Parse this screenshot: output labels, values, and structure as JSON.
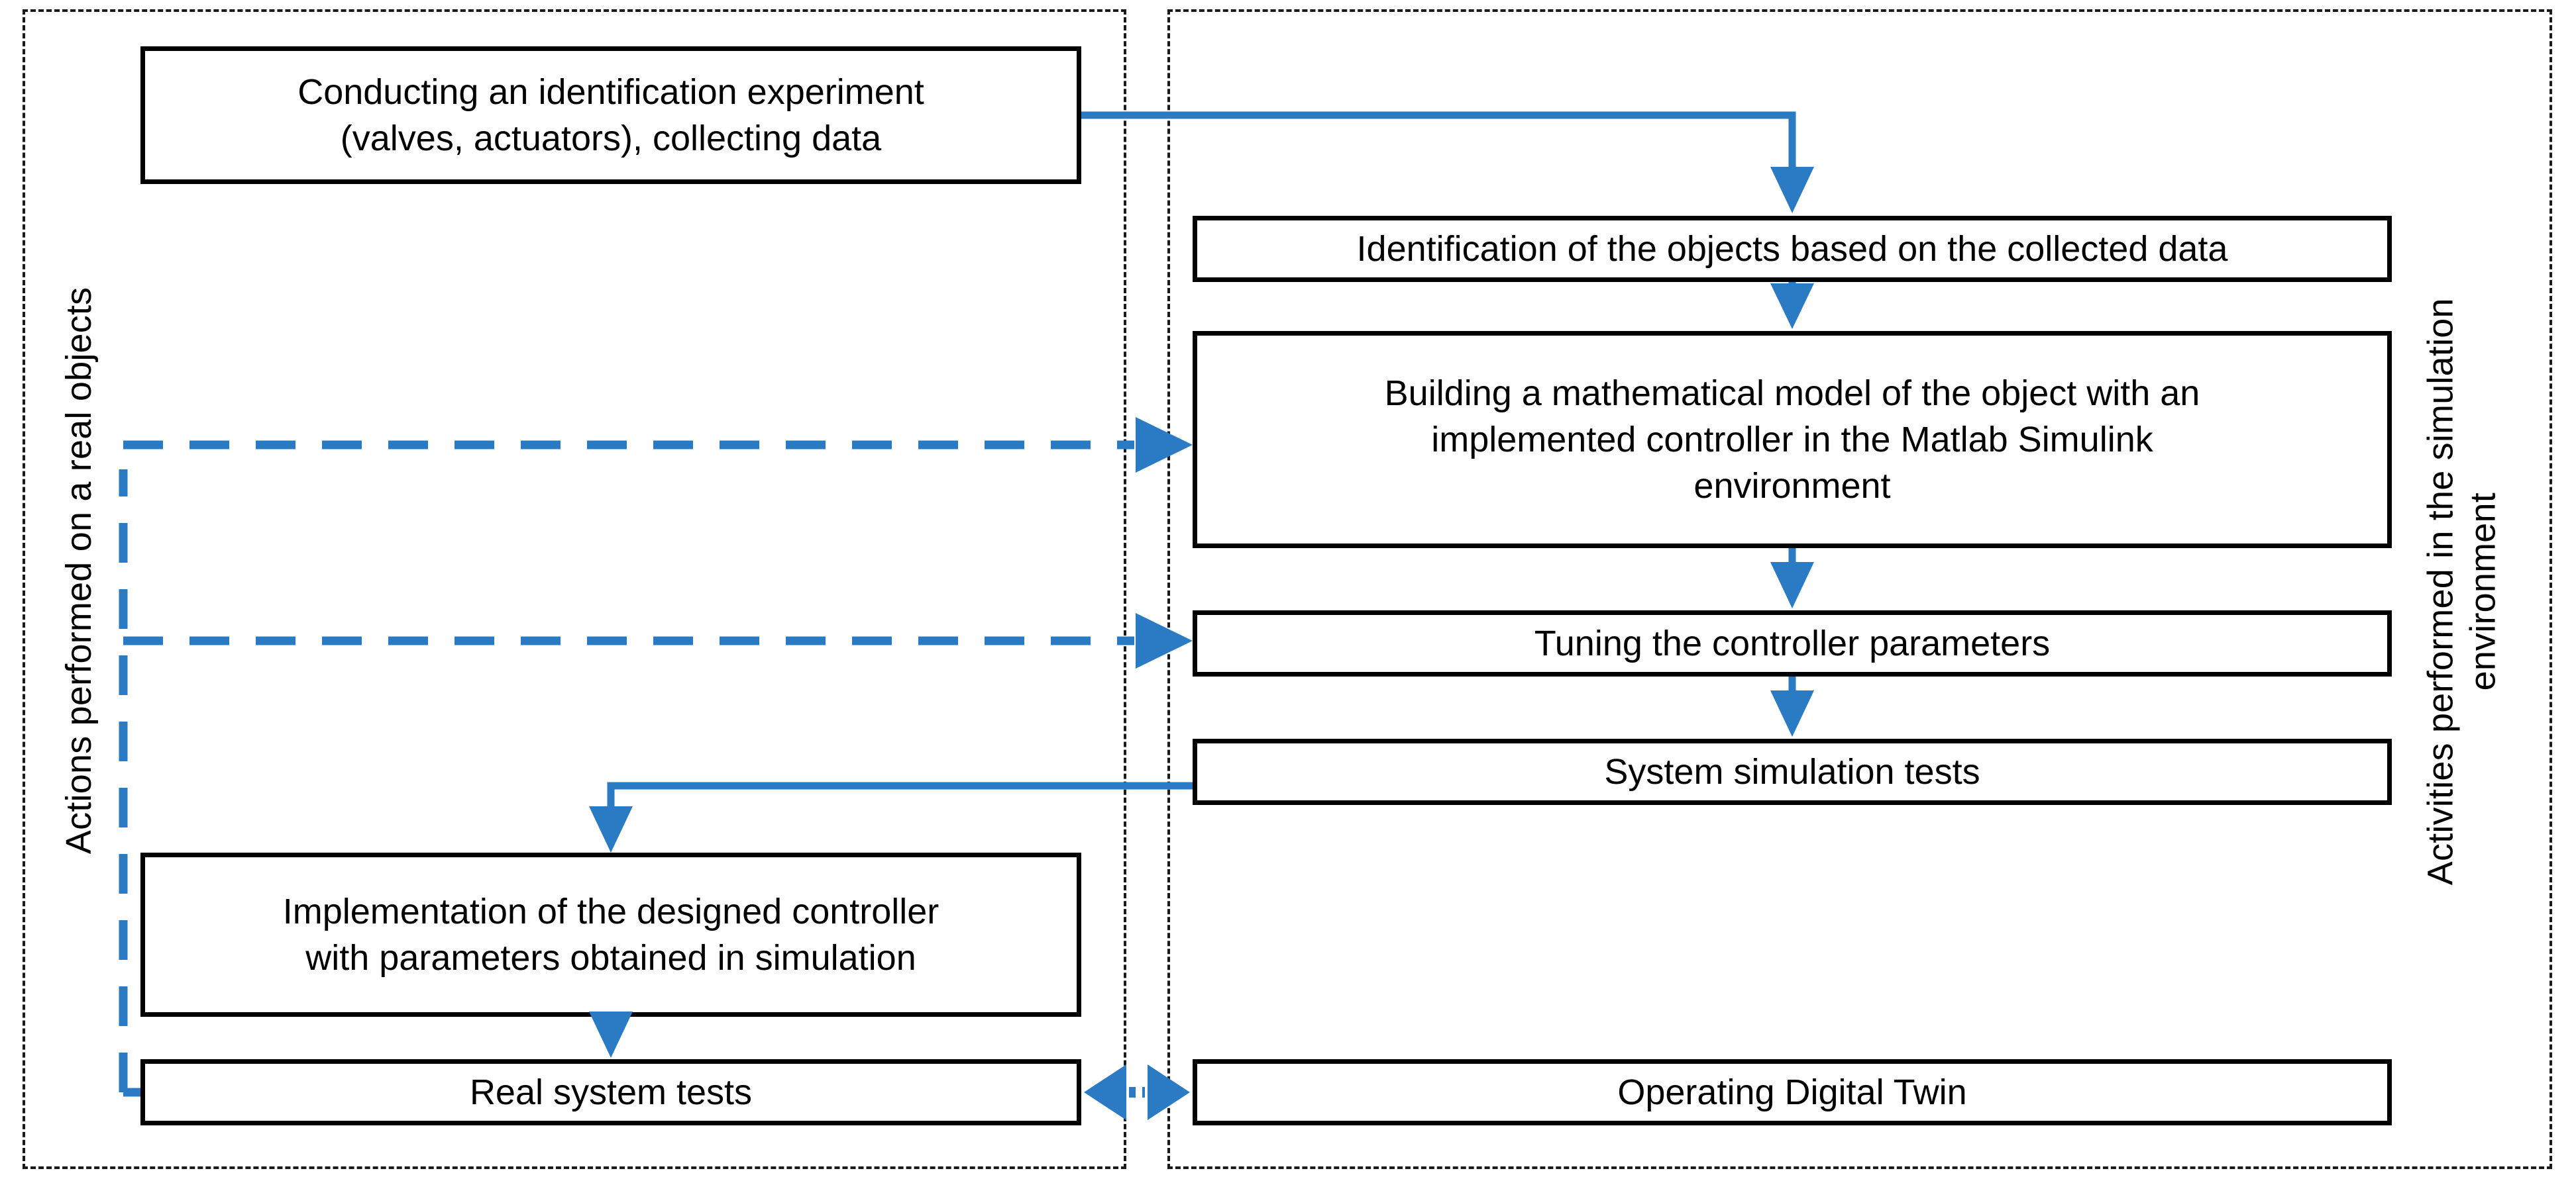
{
  "diagram": {
    "title_visible": false,
    "accent_color": "#2a7ac4",
    "outline_color": "#000000",
    "panel_color": "#1a1a1a",
    "background": "#ffffff"
  },
  "panels": [
    {
      "id": "left",
      "caption": "Actions performed on a real objects"
    },
    {
      "id": "right",
      "caption": "Activities performed in the simulation\nenvironment"
    }
  ],
  "nodes": [
    {
      "id": "conducting",
      "label": "Conducting an identification experiment\n(valves, actuators), collecting data"
    },
    {
      "id": "identify",
      "label": "Identification of the objects based on the collected data"
    },
    {
      "id": "model",
      "label": "Building a mathematical model of the object with an\nimplemented controller in the Matlab Simulink\nenvironment"
    },
    {
      "id": "tuning",
      "label": "Tuning the controller parameters"
    },
    {
      "id": "simtests",
      "label": "System simulation tests"
    },
    {
      "id": "implement",
      "label": "Implementation of the designed controller\nwith parameters obtained in simulation"
    },
    {
      "id": "realtests",
      "label": "Real system tests"
    },
    {
      "id": "digitaltwin",
      "label": "Operating Digital Twin"
    }
  ],
  "connectors": [
    {
      "id": "conducting-to-identify",
      "from": "conducting",
      "to": "identify",
      "style": "solid",
      "arrow": "single"
    },
    {
      "id": "identify-to-model",
      "from": "identify",
      "to": "model",
      "style": "solid",
      "arrow": "single"
    },
    {
      "id": "model-to-tuning",
      "from": "model",
      "to": "tuning",
      "style": "solid",
      "arrow": "single"
    },
    {
      "id": "tuning-to-simtests",
      "from": "tuning",
      "to": "simtests",
      "style": "solid",
      "arrow": "single"
    },
    {
      "id": "simtests-to-implement",
      "from": "simtests",
      "to": "implement",
      "style": "solid",
      "arrow": "single"
    },
    {
      "id": "implement-to-realtests",
      "from": "implement",
      "to": "realtests",
      "style": "solid",
      "arrow": "single"
    },
    {
      "id": "realtests-to-model-feedback",
      "from": "realtests",
      "to": "model",
      "style": "dashed",
      "arrow": "single"
    },
    {
      "id": "realtests-to-tuning-feedback",
      "from": "realtests",
      "to": "tuning",
      "style": "dashed",
      "arrow": "single"
    },
    {
      "id": "realtests-digitaltwin-link",
      "from": "realtests",
      "to": "digitaltwin",
      "style": "dotted",
      "arrow": "double"
    }
  ]
}
